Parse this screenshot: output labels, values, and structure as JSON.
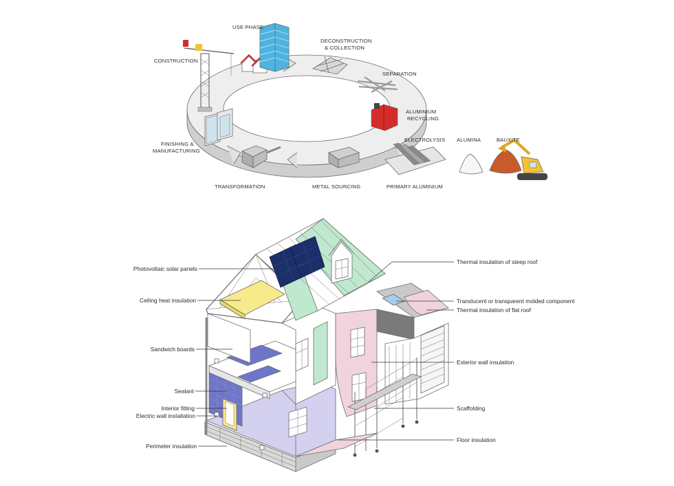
{
  "cycle": {
    "labels": [
      {
        "key": "use_phase",
        "lines": [
          "USE PHASE"
        ]
      },
      {
        "key": "deconstruction",
        "lines": [
          "DECONSTRUCTION",
          "& COLLECTION"
        ]
      },
      {
        "key": "construction",
        "lines": [
          "CONSTRUCTION"
        ]
      },
      {
        "key": "separation",
        "lines": [
          "SEPARATION"
        ]
      },
      {
        "key": "recycling",
        "lines": [
          "ALUMINIUM",
          "RECYCLING"
        ]
      },
      {
        "key": "electrolysis",
        "lines": [
          "ELECTROLYSIS"
        ]
      },
      {
        "key": "alumina",
        "lines": [
          "ALUMINA"
        ]
      },
      {
        "key": "bauxite",
        "lines": [
          "BAUXITE"
        ]
      },
      {
        "key": "finishing",
        "lines": [
          "FINISHING &",
          "MANUFACTURING"
        ]
      },
      {
        "key": "transformation",
        "lines": [
          "TRANSFORMATION"
        ]
      },
      {
        "key": "metal_sourcing",
        "lines": [
          "METAL SOURCING"
        ]
      },
      {
        "key": "primary",
        "lines": [
          "PRIMARY ALUMINIUM"
        ]
      }
    ]
  },
  "house": {
    "callouts_left": [
      "Photovoltaic solar panels",
      "Ceiling heat insulation",
      "Sandwich boards",
      "Sealant",
      "Interior fitting",
      "Electric wall installation",
      "Perimeter insulation"
    ],
    "callouts_right": [
      "Thermal insulation of steep roof",
      "Translucent or transparent molded component",
      "Thermal insulation of flat roof",
      "Exterior wall insulation",
      "Scaffolding",
      "Floor insulation"
    ]
  },
  "colors": {
    "ring": "#eeeeee",
    "tower": "#4fb3e0",
    "recycler": "#d62b2b",
    "solar": "#1d2f6b",
    "ceiling": "#f7ea8a",
    "green": "#bfe8cf",
    "pink": "#f1d3df",
    "lavender": "#d4d0ef",
    "blue": "#6f76c9",
    "skylight": "#a8cde8",
    "bauxite": "#c85a2b",
    "excavator": "#f2c230"
  }
}
